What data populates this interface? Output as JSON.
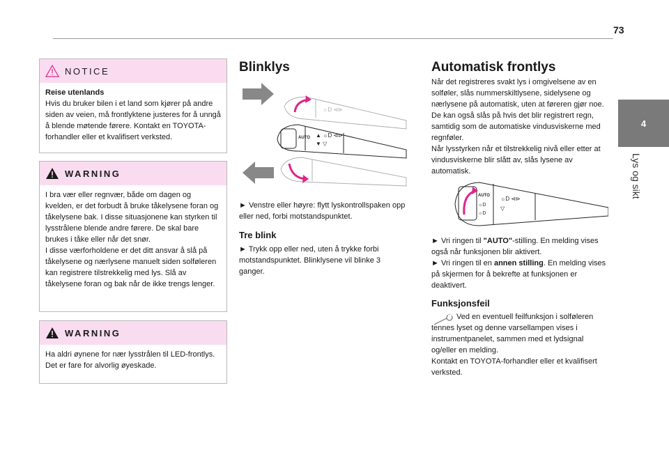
{
  "page": {
    "number": "73"
  },
  "side": {
    "chapter": "4",
    "label": "Lys og sikt"
  },
  "notice": {
    "title": "NOTICE",
    "lead": "Reise utenlands",
    "text": "Hvis du bruker bilen i et land som kjører på andre siden av veien, må frontlyktene justeres for å unngå å blende møtende førere. Kontakt en TOYOTA-forhandler eller et kvalifisert verksted."
  },
  "warning1": {
    "title": "WARNING",
    "text1": "I bra vær eller regnvær, både om dagen og kvelden, er det forbudt å bruke tåkelysene foran og tåkelysene bak. I disse situasjonene kan styrken til lysstrålene blende andre førere. De skal bare brukes i tåke eller når det snør.",
    "text2": "I disse værforholdene er det ditt ansvar å slå på tåkelysene og nærlysene manuelt siden solføleren kan registrere tilstrekkelig med lys. Slå av tåkelysene foran og bak når de ikke trengs lenger."
  },
  "warning2": {
    "title": "WARNING",
    "text": "Ha aldri øynene for nær lysstrålen til LED-frontlys. Det er fare for alvorlig øyeskade."
  },
  "blinklys": {
    "heading": "Blinklys",
    "instruction": "► Venstre eller høyre: flytt lyskontrollspaken opp eller ned, forbi motstandspunktet.",
    "subheading": "Tre blink",
    "three_blink": "► Trykk opp eller ned, uten å trykke forbi motstandspunktet. Blinklysene vil blinke 3 ganger."
  },
  "auto": {
    "heading": "Automatisk frontlys",
    "intro1": "Når det registreres svakt lys i omgivelsene av en solføler, slås nummerskiltlysene, sidelysene og nærlysene på automatisk, uten at føreren gjør noe. De kan også slås på hvis det blir registrert regn, samtidig som de automatiske vindusviskerne med regnføler.",
    "intro2": "Når lysstyrken når et tilstrekkelig nivå eller etter at vindusviskerne blir slått av, slås lysene av automatisk.",
    "step1_prefix": "► Vri ringen til ",
    "step1_bold": "\"AUTO\"",
    "step1_suffix": "-stilling. En melding vises også når funksjonen blir aktivert.",
    "step2_prefix": "► Vri ringen til en ",
    "step2_bold": "annen stilling",
    "step2_suffix": ". En melding vises på skjermen for å bekrefte at funksjonen er deaktivert.",
    "fault_heading": "Funksjonsfeil",
    "fault_text1": "Ved en eventuell feilfunksjon i solføleren tennes lyset og denne varsellampen vises i instrumentpanelet, sammen med et lydsignal og/eller en melding.",
    "fault_text2": "Kontakt en TOYOTA-forhandler eller et kvalifisert verksted."
  },
  "stalk": {
    "auto_label": "AUTO"
  },
  "colors": {
    "box_header": "#fadcf0",
    "tab": "#7a7a7a",
    "arrow": "#888888",
    "accent": "#e0248a"
  }
}
